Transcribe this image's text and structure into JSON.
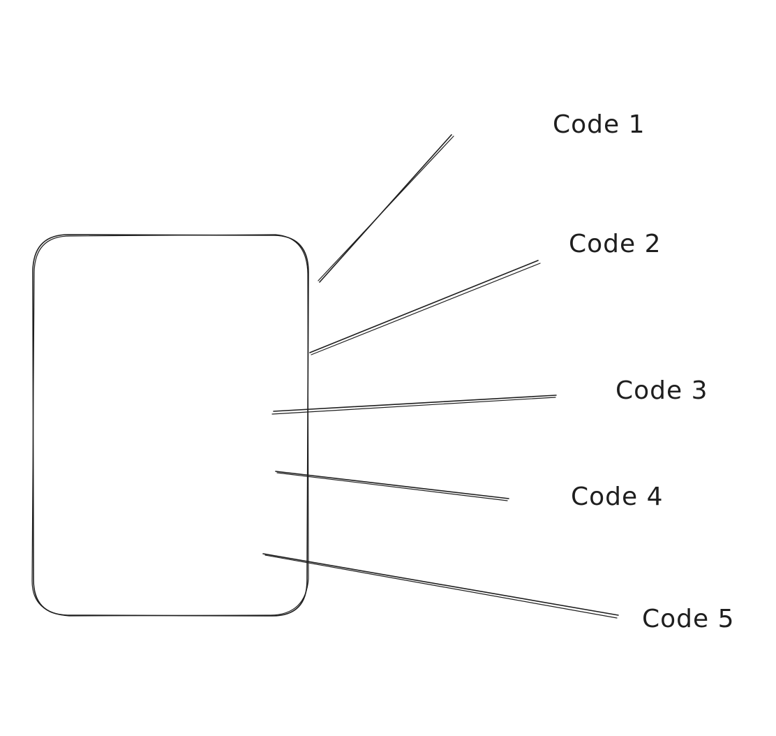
{
  "diagram": {
    "labels": [
      "Code 1",
      "Code 2",
      "Code 3",
      "Code 4",
      "Code 5"
    ],
    "stroke_color": "#1e1e1e",
    "background_color": "#ffffff"
  }
}
